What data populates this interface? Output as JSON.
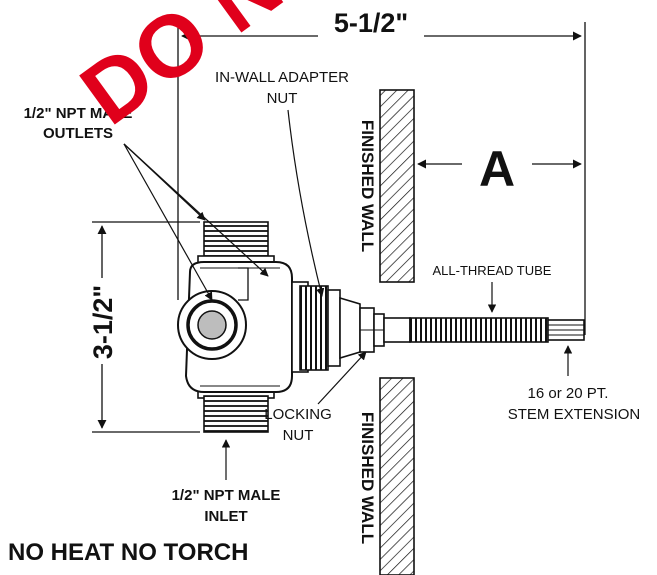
{
  "watermark": {
    "text": "DO NOT SEE"
  },
  "dimensions": {
    "overall": "5-1/2\"",
    "height": "3-1/2\"",
    "a": "A"
  },
  "labels": {
    "outlets_line1": "1/2\" NPT MALE",
    "outlets_line2": "OUTLETS",
    "adapter_line1": "IN-WALL ADAPTER",
    "adapter_line2": "NUT",
    "finished_wall_top": "FINISHED WALL",
    "finished_wall_bottom": "FINISHED WALL",
    "all_thread": "ALL-THREAD TUBE",
    "stem_line1": "16 or 20 PT.",
    "stem_line2": "STEM EXTENSION",
    "locking_line1": "LOCKING",
    "locking_line2": "NUT",
    "inlet_line1": "1/2\" NPT MALE",
    "inlet_line2": "INLET",
    "warning": "NO HEAT NO TORCH"
  },
  "colors": {
    "ink": "#111111",
    "watermark": "#e0001b"
  }
}
